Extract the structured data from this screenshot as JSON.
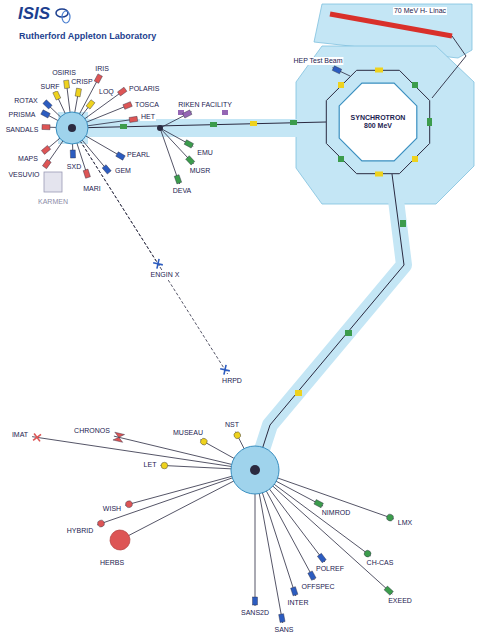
{
  "diagram": {
    "title": "ISIS",
    "nodes": [
      {
        "text": [
          "SYNCHROTRON 800 MeV"
        ]
      }
    ],
    "labels": [
      "Rutherford Appleton Laboratory",
      "70 MeV H- Linac",
      "HEP Test Beam",
      "SANDALS",
      "PRISMA",
      "ROTAX",
      "SURF",
      "OSIRIS",
      "CRISP",
      "IRIS",
      "LOQ",
      "POLARIS",
      "TOSCA",
      "HET",
      "RIKEN FACILITY",
      "EMU",
      "MUSR",
      "DEVA",
      "PEARL",
      "SXD",
      "MAPS",
      "VESUVIO",
      "MARI",
      "GEM",
      "KARMEN",
      "ENGIN X",
      "HRPD",
      "IMAT",
      "CHRONOS",
      "LET",
      "MUSEAU",
      "NST",
      "WISH",
      "HYBRID",
      "HERBS",
      "NIMROD",
      "LMX",
      "CH-CAS",
      "EXEED",
      "POLREF",
      "OFFSPEC",
      "INTER",
      "SANS2D",
      "SANS"
    ]
  }
}
